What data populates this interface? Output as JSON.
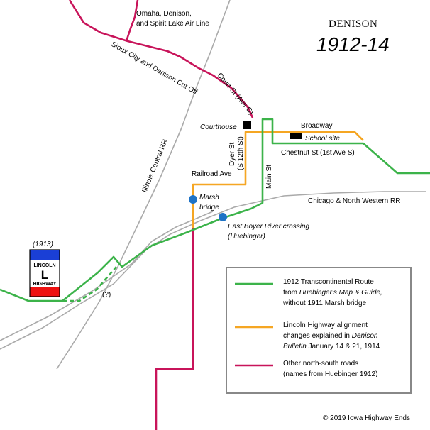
{
  "title": "DENISON",
  "years": "1912-14",
  "labels": {
    "omaha_line": [
      "Omaha, Denison,",
      "and Spirit Lake Air Line"
    ],
    "cut_off": "Sioux City and Denison Cut Off",
    "court_st": "Court St (Ave C)",
    "courthouse": "Courthouse",
    "broadway": "Broadway",
    "school_site": "School site",
    "chestnut": "Chestnut St (1st Ave S)",
    "dyer_st": "Dyer St",
    "dyer_st_alt": "(S 12th St)",
    "main_st": "Main St",
    "railroad_ave": "Railroad Ave",
    "illinois_central": "Illinois Central RR",
    "chicago_nw": "Chicago & North Western RR",
    "marsh_bridge": [
      "Marsh",
      "bridge"
    ],
    "east_boyer": [
      "East Boyer River crossing",
      "(Huebinger)"
    ],
    "question": "(?)"
  },
  "sign": {
    "year": "(1913)",
    "top": "LINCOLN",
    "letter": "L",
    "bottom": "HIGHWAY",
    "colors": {
      "top": "#1a3fd6",
      "middle": "#ffffff",
      "bottom": "#ee1111"
    }
  },
  "legend": {
    "items": [
      {
        "color": "#3cb34a",
        "lines": [
          [
            {
              "t": "1912 Transcontinental Route",
              "i": false
            }
          ],
          [
            {
              "t": "from ",
              "i": false
            },
            {
              "t": "Huebinger's Map & Guide,",
              "i": true
            }
          ],
          [
            {
              "t": "without 1911 Marsh bridge",
              "i": false
            }
          ]
        ]
      },
      {
        "color": "#f5a623",
        "lines": [
          [
            {
              "t": "Lincoln Highway alignment",
              "i": false
            }
          ],
          [
            {
              "t": "changes explained in ",
              "i": false
            },
            {
              "t": "Denison",
              "i": true
            }
          ],
          [
            {
              "t": "Bulletin",
              "i": true
            },
            {
              "t": " January 14 & 21, 1914",
              "i": false
            }
          ]
        ]
      },
      {
        "color": "#c8145a",
        "lines": [
          [
            {
              "t": "Other north-south roads",
              "i": false
            }
          ],
          [
            {
              "t": "(names from Huebinger 1912)",
              "i": false
            }
          ]
        ]
      }
    ]
  },
  "copyright": "© 2019 Iowa Highway Ends",
  "colors": {
    "green": "#3cb34a",
    "orange": "#f5a623",
    "magenta": "#c8145a",
    "rail": "#aaaaaa",
    "river_dot": "#1e73c6",
    "legend_border": "#888888"
  }
}
